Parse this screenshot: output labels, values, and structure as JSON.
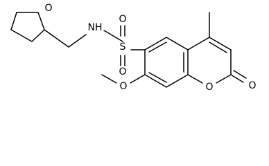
{
  "molecule": {
    "atoms": {
      "thf_oxygen": "O",
      "amide_nitrogen": "NH",
      "sulfur": "S",
      "sulfonyl_oxygen_top": "O",
      "sulfonyl_oxygen_bottom": "O",
      "methoxy_oxygen": "O",
      "ring_oxygen": "O",
      "carbonyl_oxygen": "O"
    },
    "bond_color": "#000000",
    "label_color": "#000000"
  }
}
